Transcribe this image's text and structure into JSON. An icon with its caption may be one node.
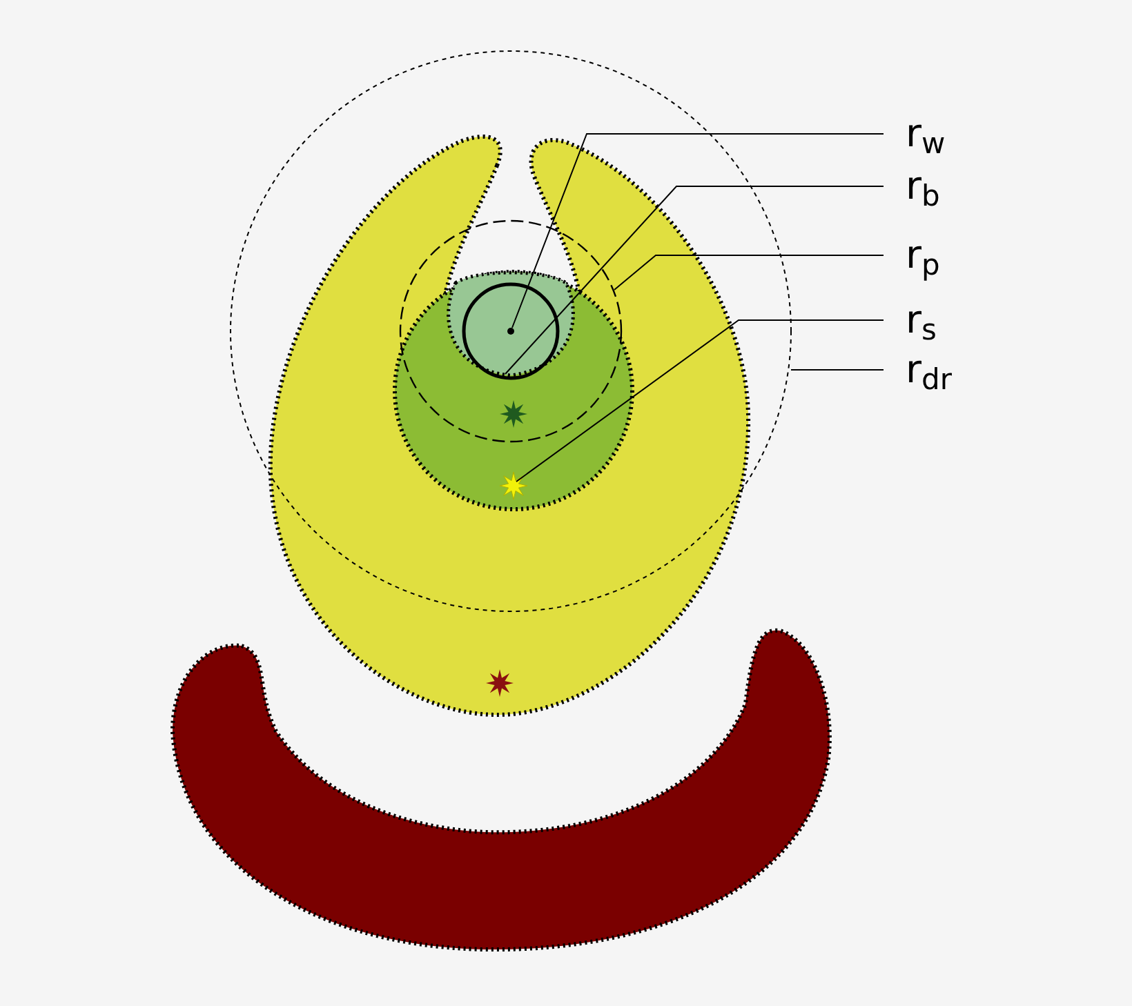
{
  "diagram": {
    "nodes": [
      {
        "text": [
          "r$_{w}$"
        ]
      },
      {
        "text": [
          "r$_{b}$"
        ]
      },
      {
        "text": [
          "r$_{p}$"
        ]
      },
      {
        "text": [
          "r$_{s}$"
        ]
      },
      {
        "text": [
          "r$_{dr}$"
        ]
      },
      {
        "text": [],
        "shape": "circle",
        "in": 6
      },
      {
        "text": [],
        "shape": "circle",
        "in": 7
      },
      {
        "text": [],
        "shape": "circle",
        "in": 9
      },
      {
        "text": [],
        "shape": "star",
        "in": 9
      },
      {
        "text": [],
        "shape": "circle"
      }
    ],
    "edges": [
      {
        "from": 0,
        "to": 5,
        "arrow": "none"
      },
      {
        "from": 1,
        "to": 6,
        "arrow": "none"
      },
      {
        "from": 2,
        "to": 7,
        "arrow": "none"
      },
      {
        "from": 3,
        "to": 8,
        "arrow": "none"
      },
      {
        "from": 4,
        "to": 9,
        "arrow": "none"
      }
    ]
  }
}
